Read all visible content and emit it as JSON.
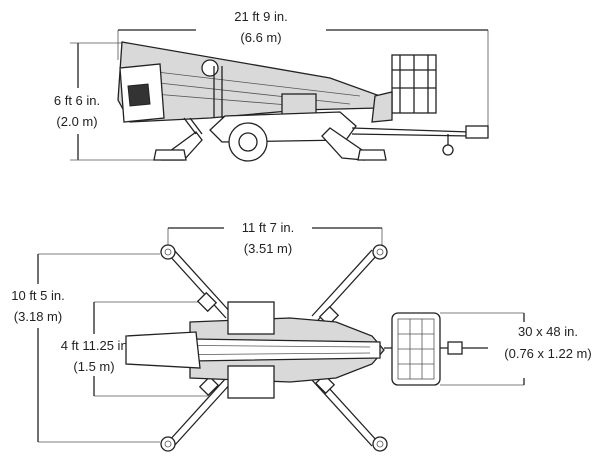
{
  "side_view": {
    "overall_length": {
      "imperial": "21 ft 9 in.",
      "metric": "(6.6 m)"
    },
    "stowed_height": {
      "imperial": "6 ft 6 in.",
      "metric": "(2.0 m)"
    }
  },
  "top_view": {
    "outrigger_span_length": {
      "imperial": "11 ft 7 in.",
      "metric": "(3.51 m)"
    },
    "outrigger_span_width": {
      "imperial": "10 ft 5 in.",
      "metric": "(3.18 m)"
    },
    "chassis_width": {
      "imperial": "4 ft 11.25 in.",
      "metric": "(1.5 m)"
    },
    "platform_size": {
      "imperial": "30 x 48 in.",
      "metric": "(0.76 x 1.22 m)"
    }
  }
}
